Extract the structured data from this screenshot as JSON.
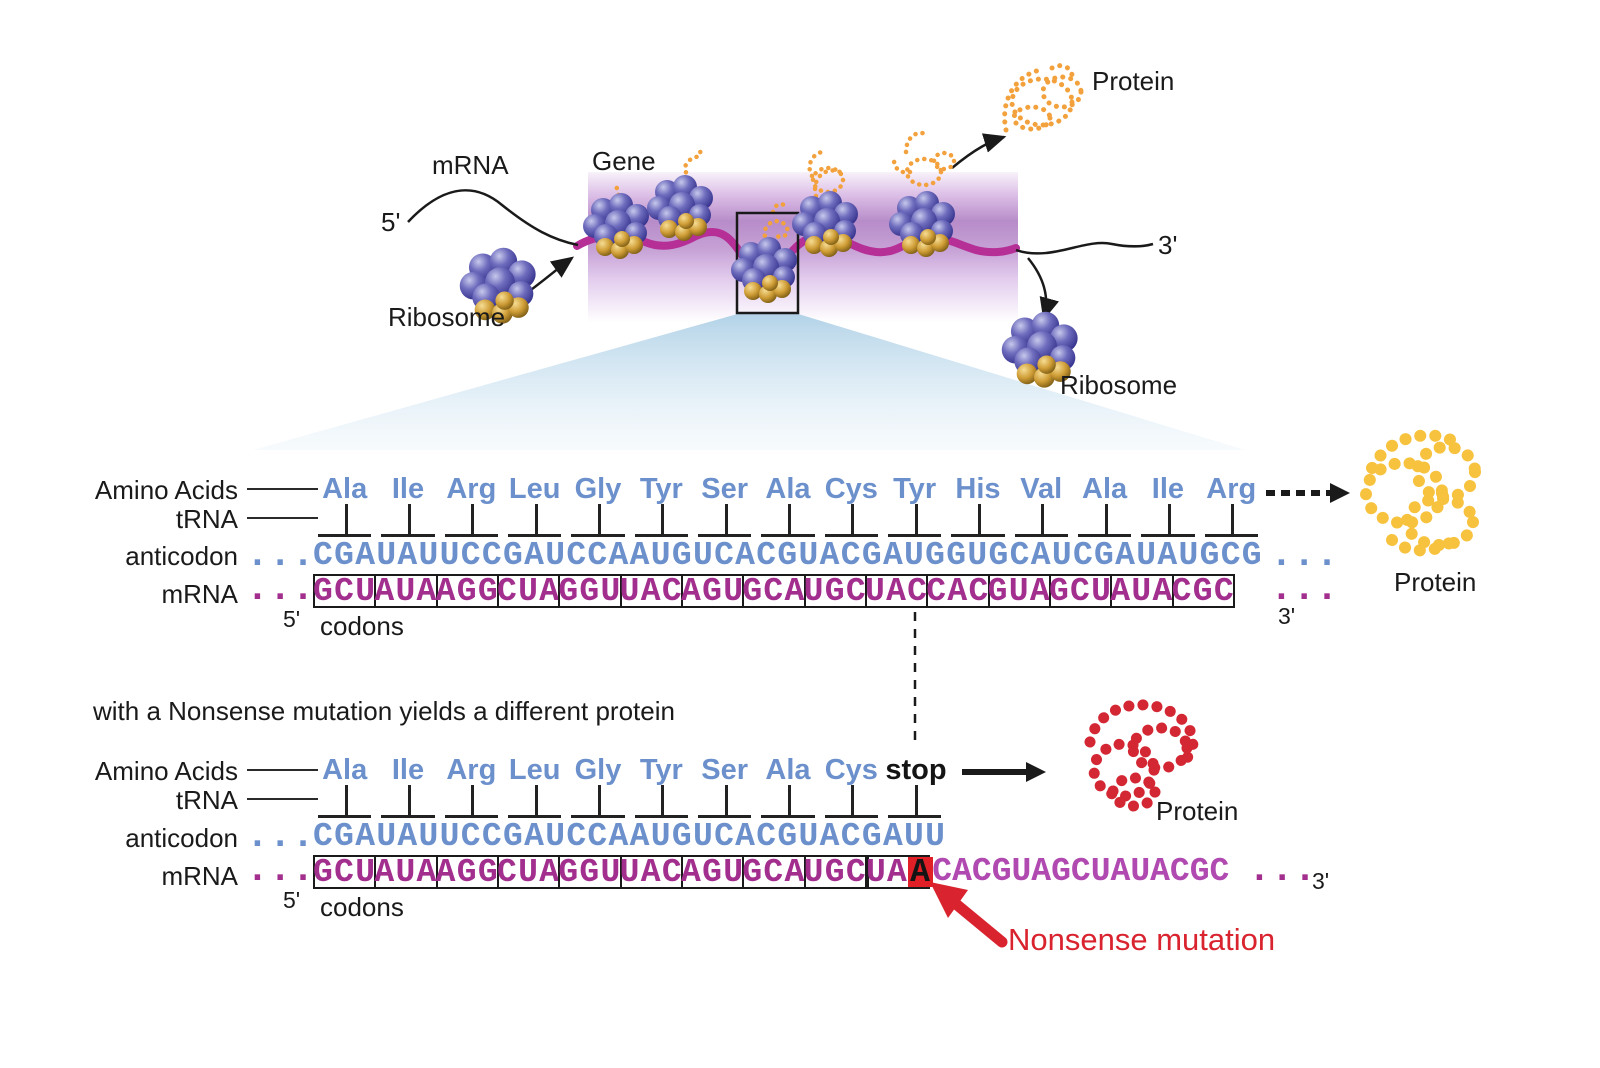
{
  "colors": {
    "amino_blue": "#6b90cc",
    "mrna_magenta": "#a22e8e",
    "mrna_light_purple": "#b04ab0",
    "strand_magenta": "#b52f96",
    "mutation_red": "#d9232e",
    "protein_yellow": "#f7c23e",
    "protein_orange": "#f2a13c",
    "protein_red": "#d32733"
  },
  "overview": {
    "mrna_label": "mRNA",
    "five_prime": "5'",
    "three_prime": "3'",
    "gene_label": "Gene",
    "protein_label": "Protein",
    "ribosome_left_label": "Ribosome",
    "ribosome_right_label": "Ribosome"
  },
  "normal_panel": {
    "labels": {
      "amino_acids": "Amino Acids",
      "trna": "tRNA",
      "anticodon": "anticodon",
      "mrna": "mRNA"
    },
    "amino_acids": [
      "Ala",
      "Ile",
      "Arg",
      "Leu",
      "Gly",
      "Tyr",
      "Ser",
      "Ala",
      "Cys",
      "Tyr",
      "His",
      "Val",
      "Ala",
      "Ile",
      "Arg"
    ],
    "anticodon_codons": [
      "CGA",
      "UAU",
      "UCC",
      "GAU",
      "CCA",
      "AUG",
      "UCA",
      "CGU",
      "ACG",
      "AUG",
      "GUG",
      "CAU",
      "CGA",
      "UAU",
      "GCG"
    ],
    "mrna_codons": [
      "GCU",
      "AUA",
      "AGG",
      "CUA",
      "GGU",
      "UAC",
      "AGU",
      "GCA",
      "UGC",
      "UAC",
      "CAC",
      "GUA",
      "GCU",
      "AUA",
      "CGC"
    ],
    "ellipsis": "...",
    "five_prime": "5'",
    "codons_label": "codons",
    "three_prime": "3'",
    "protein_label": "Protein"
  },
  "mutant_caption": "with a Nonsense mutation yields a different protein",
  "mutant_panel": {
    "labels": {
      "amino_acids": "Amino Acids",
      "trna": "tRNA",
      "anticodon": "anticodon",
      "mrna": "mRNA"
    },
    "amino_acids": [
      "Ala",
      "Ile",
      "Arg",
      "Leu",
      "Gly",
      "Tyr",
      "Ser",
      "Ala",
      "Cys"
    ],
    "stop_label": "stop",
    "anticodon_codons": [
      "CGA",
      "UAU",
      "UCC",
      "GAU",
      "CCA",
      "AUG",
      "UCA",
      "CGU",
      "ACG",
      "AUU"
    ],
    "mrna_codons": [
      "GCU",
      "AUA",
      "AGG",
      "CUA",
      "GGU",
      "UAC",
      "AGU",
      "GCA",
      "UGC"
    ],
    "stop_codon_prefix": "UA",
    "mutant_base": "A",
    "mrna_continuation": "CACGUAGCUAUACGC",
    "ellipsis": "...",
    "five_prime": "5'",
    "codons_label": "codons",
    "three_prime": "3'",
    "protein_label": "Protein",
    "mutation_label": "Nonsense mutation"
  }
}
